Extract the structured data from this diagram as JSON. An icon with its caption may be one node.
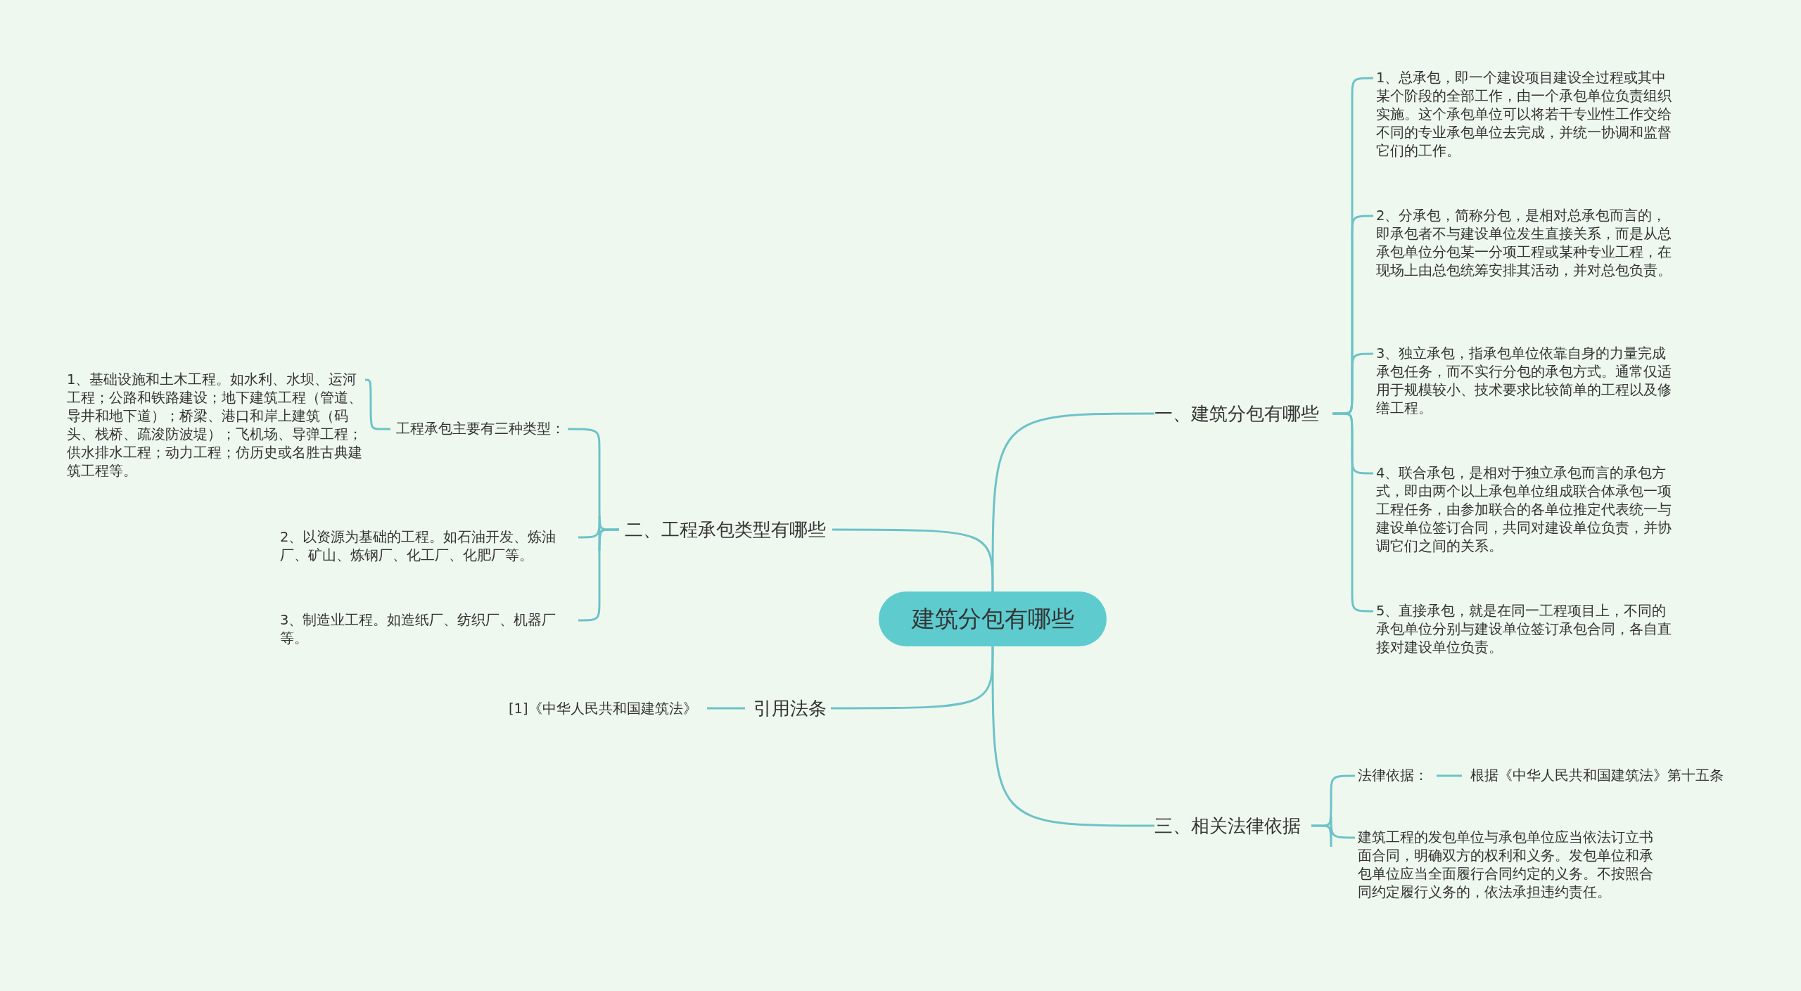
{
  "diagram": {
    "nodes": [
      {
        "text": [
          "建筑分包有哪些"
        ]
      },
      {
        "text": [
          "一、建筑分包有哪些"
        ]
      },
      {
        "text": [
          "1、总承包，即一个建设项目建设全过程或其中某个阶段的全部工作，由一个承包单位负责组织实施。这个承包单位可以将若干专业性工作交给不同的专业承包单位去完成，并统一协调和监督它们的工作。"
        ]
      },
      {
        "text": [
          "2、分承包，简称分包，是相对总承包而言的，即承包者不与建设单位发生直接关系，而是从总承包单位分包某一分项工程或某种专业工程，在现场上由总包统筹安排其活动，并对总包负责。"
        ]
      },
      {
        "text": [
          "3、独立承包，指承包单位依靠自身的力量完成承包任务，而不实行分包的承包方式。通常仅适用于规模较小、技术要求比较简单的工程以及修缮工程。"
        ]
      },
      {
        "text": [
          "4、联合承包，是相对于独立承包而言的承包方式，即由两个以上承包单位组成联合体承包一项工程任务，由参加联合的各单位推定代表统一与建设单位签订合同，共同对建设单位负责，并协调它们之间的关系。"
        ]
      },
      {
        "text": [
          "5、直接承包，就是在同一工程项目上，不同的承包单位分别与建设单位签订承包合同，各自直接对建设单位负责。"
        ]
      },
      {
        "text": [
          "二、工程承包类型有哪些"
        ]
      },
      {
        "text": [
          "工程承包主要有三种类型："
        ]
      },
      {
        "text": [
          "1、基础设施和土木工程。如水利、水坝、运河工程；公路和铁路建设；地下建筑工程（管道、导井和地下道）；桥梁、港口和岸上建筑（码头、栈桥、疏浚防波堤）；飞机场、导弹工程；供水排水工程；动力工程；仿历史或名胜古典建筑工程等。"
        ]
      },
      {
        "text": [
          "2、以资源为基础的工程。如石油开发、炼油厂、矿山、炼钢厂、化工厂、化肥厂等。"
        ]
      },
      {
        "text": [
          "3、制造业工程。如造纸厂、纺织厂、机器厂等。"
        ]
      },
      {
        "text": [
          "引用法条"
        ]
      },
      {
        "text": [
          "[1]《中华人民共和国建筑法》"
        ]
      },
      {
        "text": [
          "三、相关法律依据"
        ]
      },
      {
        "text": [
          "法律依据："
        ]
      },
      {
        "text": [
          "根据《中华人民共和国建筑法》第十五条"
        ]
      },
      {
        "text": [
          "建筑工程的发包单位与承包单位应当依法订立书面合同，明确双方的权利和义务。发包单位和承包单位应当全面履行合同约定的义务。不按照合同约定履行义务的，依法承担违约责任。"
        ]
      }
    ],
    "edges": [
      {
        "from": 0,
        "to": 1,
        "arrow": "none"
      },
      {
        "from": 1,
        "to": 2,
        "arrow": "none"
      },
      {
        "from": 1,
        "to": 3,
        "arrow": "none"
      },
      {
        "from": 1,
        "to": 4,
        "arrow": "none"
      },
      {
        "from": 1,
        "to": 5,
        "arrow": "none"
      },
      {
        "from": 1,
        "to": 6,
        "arrow": "none"
      },
      {
        "from": 0,
        "to": 7,
        "arrow": "none"
      },
      {
        "from": 7,
        "to": 8,
        "arrow": "none"
      },
      {
        "from": 8,
        "to": 9,
        "arrow": "none"
      },
      {
        "from": 7,
        "to": 10,
        "arrow": "none"
      },
      {
        "from": 7,
        "to": 11,
        "arrow": "none"
      },
      {
        "from": 0,
        "to": 12,
        "arrow": "none"
      },
      {
        "from": 12,
        "to": 13,
        "arrow": "none"
      },
      {
        "from": 0,
        "to": 14,
        "arrow": "none"
      },
      {
        "from": 14,
        "to": 15,
        "arrow": "none"
      },
      {
        "from": 15,
        "to": 16,
        "arrow": "none"
      },
      {
        "from": 14,
        "to": 17,
        "arrow": "none"
      }
    ]
  }
}
